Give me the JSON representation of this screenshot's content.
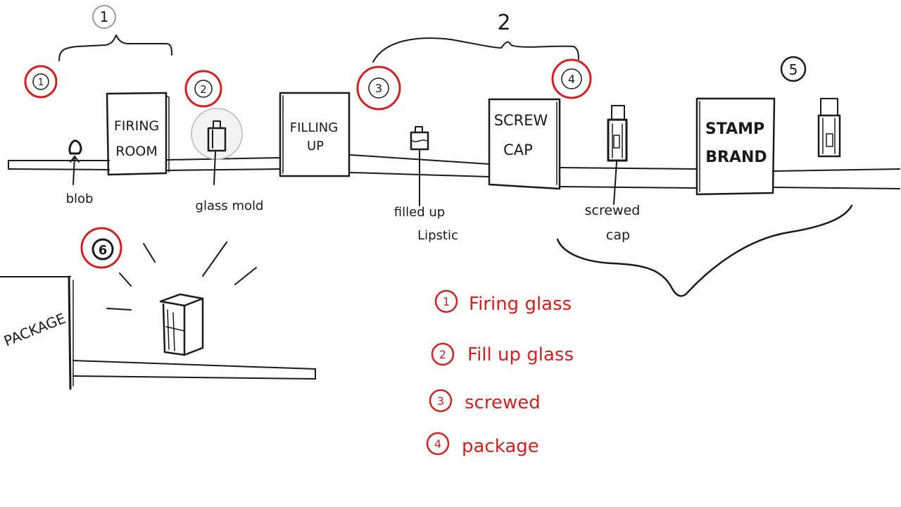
{
  "groups": {
    "group1_label": "1",
    "group2_label": "2",
    "group5_label": "5"
  },
  "stations": {
    "firing_room": [
      "FIRING",
      "ROOM"
    ],
    "filling_up": [
      "FILLING",
      "UP"
    ],
    "screw_cap": [
      "SCREW",
      "CAP"
    ],
    "stamp_brand": [
      "STAMP",
      "BRAND"
    ],
    "package": "PACKAGE"
  },
  "step_markers": {
    "m1": "1",
    "m2": "2",
    "m3": "3",
    "m4": "4",
    "m6": "6"
  },
  "item_labels": {
    "blob": "blob",
    "glass_mold": "glass mold",
    "filled_up_lipstic": [
      "filled up",
      "Lipstic"
    ],
    "screwed_cap": [
      "screwed",
      "cap"
    ]
  },
  "legend": [
    {
      "num": "1",
      "text": "Firing glass"
    },
    {
      "num": "2",
      "text": "Fill up glass"
    },
    {
      "num": "3",
      "text": "screwed"
    },
    {
      "num": "4",
      "text": "package"
    }
  ],
  "colors": {
    "ink": "#1a1a1a",
    "marker_red": "#d42020"
  }
}
